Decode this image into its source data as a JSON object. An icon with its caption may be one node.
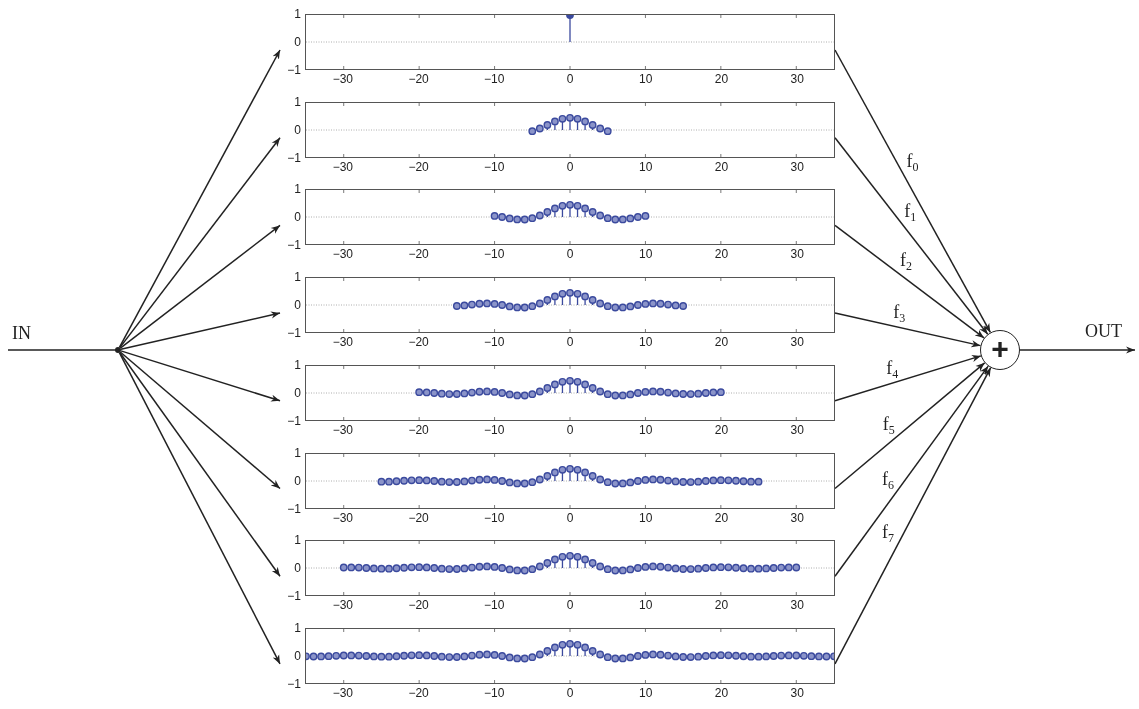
{
  "diagram": {
    "nodes": [
      {
        "text": [],
        "shape": "point"
      },
      {
        "text": [
          "1",
          "0",
          "−1",
          "−30",
          "−20",
          "−10",
          "0",
          "10",
          "20",
          "30"
        ]
      },
      {
        "text": [
          "1",
          "0",
          "−1",
          "−30",
          "−20",
          "−10",
          "0",
          "10",
          "20",
          "30"
        ]
      },
      {
        "text": [
          "1",
          "0",
          "−1",
          "−30",
          "−20",
          "−10",
          "0",
          "10",
          "20",
          "30"
        ]
      },
      {
        "text": [
          "1",
          "0",
          "−1",
          "−30",
          "−20",
          "−10",
          "0",
          "10",
          "20",
          "30"
        ]
      },
      {
        "text": [
          "1",
          "0",
          "−1",
          "−30",
          "−20",
          "−10",
          "0",
          "10",
          "20",
          "30"
        ]
      },
      {
        "text": [
          "1",
          "0",
          "−1",
          "−30",
          "−20",
          "−10",
          "0",
          "10",
          "20",
          "30"
        ]
      },
      {
        "text": [
          "1",
          "0",
          "−1",
          "−30",
          "−20",
          "−10",
          "0",
          "10",
          "20",
          "30"
        ]
      },
      {
        "text": [
          "1",
          "0",
          "−1",
          "−30",
          "−20",
          "−10",
          "0",
          "10",
          "20",
          "30"
        ]
      },
      {
        "text": [
          "+"
        ]
      }
    ],
    "edges": [
      {
        "from": null,
        "to": 0,
        "arrow": "none",
        "label": "IN"
      },
      {
        "from": 0,
        "to": 1,
        "arrow": "to"
      },
      {
        "from": 0,
        "to": 2,
        "arrow": "to"
      },
      {
        "from": 0,
        "to": 3,
        "arrow": "to"
      },
      {
        "from": 0,
        "to": 4,
        "arrow": "to"
      },
      {
        "from": 0,
        "to": 5,
        "arrow": "to"
      },
      {
        "from": 0,
        "to": 6,
        "arrow": "to"
      },
      {
        "from": 0,
        "to": 7,
        "arrow": "to"
      },
      {
        "from": 0,
        "to": 8,
        "arrow": "to"
      },
      {
        "from": 1,
        "to": 9,
        "arrow": "to",
        "label": "f$_{0}$"
      },
      {
        "from": 2,
        "to": 9,
        "arrow": "to",
        "label": "f$_{1}$"
      },
      {
        "from": 3,
        "to": 9,
        "arrow": "to",
        "label": "f$_{2}$"
      },
      {
        "from": 4,
        "to": 9,
        "arrow": "to",
        "label": "f$_{3}$"
      },
      {
        "from": 5,
        "to": 9,
        "arrow": "to",
        "label": "f$_{4}$"
      },
      {
        "from": 6,
        "to": 9,
        "arrow": "to",
        "label": "f$_{5}$"
      },
      {
        "from": 7,
        "to": 9,
        "arrow": "to",
        "label": "f$_{6}$"
      },
      {
        "from": 8,
        "to": 9,
        "arrow": "to",
        "label": "f$_{7}$"
      },
      {
        "from": 9,
        "to": null,
        "arrow": "to",
        "label": "OUT"
      }
    ]
  }
}
